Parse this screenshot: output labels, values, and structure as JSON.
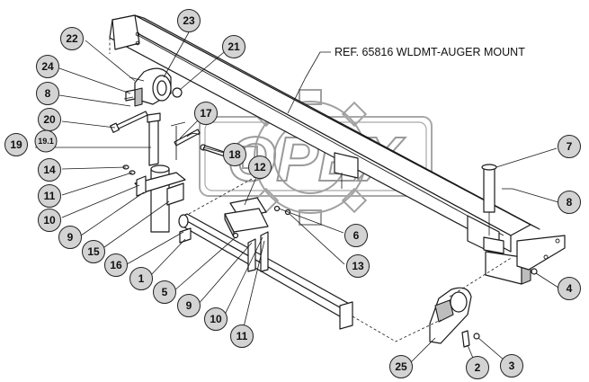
{
  "reference_label": "REF. 65816 WLDMT-AUGER MOUNT",
  "watermark": "OPEX",
  "balloons": [
    {
      "id": "b23",
      "label": "23"
    },
    {
      "id": "b22",
      "label": "22"
    },
    {
      "id": "b21",
      "label": "21"
    },
    {
      "id": "b24",
      "label": "24"
    },
    {
      "id": "b8a",
      "label": "8"
    },
    {
      "id": "b20",
      "label": "20"
    },
    {
      "id": "b17",
      "label": "17"
    },
    {
      "id": "b19",
      "label": "19"
    },
    {
      "id": "b191",
      "label": "19.1"
    },
    {
      "id": "b18",
      "label": "18"
    },
    {
      "id": "b12",
      "label": "12"
    },
    {
      "id": "b14",
      "label": "14"
    },
    {
      "id": "b11a",
      "label": "11"
    },
    {
      "id": "b10a",
      "label": "10"
    },
    {
      "id": "b9a",
      "label": "9"
    },
    {
      "id": "b15",
      "label": "15"
    },
    {
      "id": "b16",
      "label": "16"
    },
    {
      "id": "b1",
      "label": "1"
    },
    {
      "id": "b5",
      "label": "5"
    },
    {
      "id": "b9b",
      "label": "9"
    },
    {
      "id": "b10b",
      "label": "10"
    },
    {
      "id": "b11b",
      "label": "11"
    },
    {
      "id": "b6",
      "label": "6"
    },
    {
      "id": "b13",
      "label": "13"
    },
    {
      "id": "b7",
      "label": "7"
    },
    {
      "id": "b8b",
      "label": "8"
    },
    {
      "id": "b4",
      "label": "4"
    },
    {
      "id": "b25",
      "label": "25"
    },
    {
      "id": "b2",
      "label": "2"
    },
    {
      "id": "b3",
      "label": "3"
    }
  ]
}
